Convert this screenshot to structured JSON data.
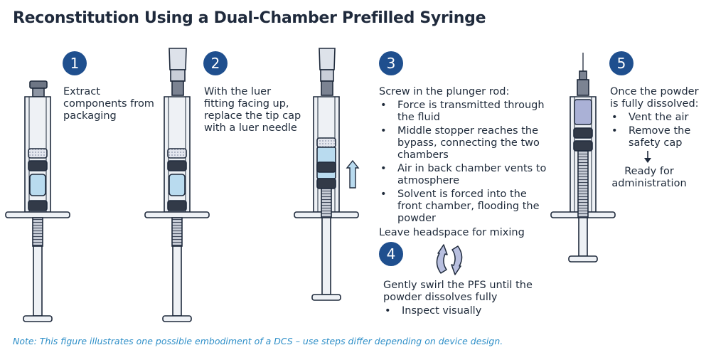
{
  "title": "Reconstitution Using a Dual-Chamber Prefilled Syringe",
  "steps": [
    {
      "number": "1",
      "text": "Extract components from packaging"
    },
    {
      "number": "2",
      "text": "With the luer fitting facing up, replace the tip cap with a luer needle"
    },
    {
      "number": "3",
      "intro": "Screw in the plunger rod:",
      "bullets": [
        "Force is transmitted through the fluid",
        "Middle stopper reaches the bypass, connecting the two chambers",
        "Air in back chamber vents to atmosphere",
        "Solvent is forced into the front chamber, flooding the powder"
      ],
      "outro": "Leave headspace for mixing"
    },
    {
      "number": "4",
      "intro": "Gently swirl the PFS until the powder dissolves fully",
      "bullets": [
        "Inspect visually"
      ]
    },
    {
      "number": "5",
      "intro": "Once the powder is fully dissolved:",
      "bullets": [
        "Vent the air",
        "Remove the safety cap"
      ],
      "result": "Ready for administration"
    }
  ],
  "note": "Note: This figure illustrates one possible embodiment of a DCS – use steps differ depending on device design.",
  "colors": {
    "badge": "#1f4f8e",
    "solvent": "#b9dbef",
    "powder": "#aab1d6",
    "outline": "#1f2a3c",
    "note": "#2e8fc8"
  },
  "icons": [
    "swirl-arrows-icon",
    "up-arrow-icon",
    "down-arrow-icon"
  ]
}
